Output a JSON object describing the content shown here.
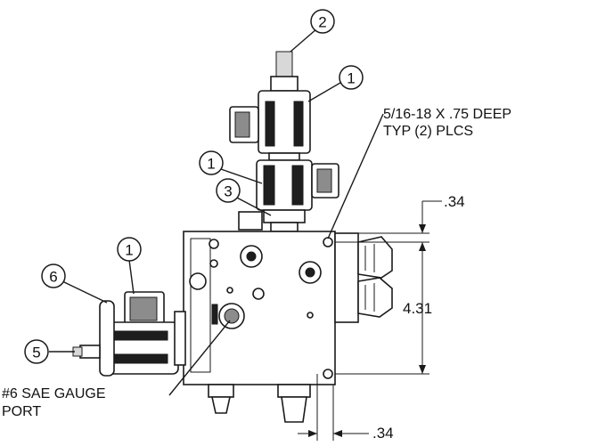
{
  "callouts": {
    "c2": "2",
    "c1_top": "1",
    "c1_mid": "1",
    "c3": "3",
    "c1_left": "1",
    "c6": "6",
    "c5": "5"
  },
  "notes": {
    "thread_line1": "5/16-18 X .75 DEEP",
    "thread_line2": "TYP (2) PLCS",
    "gauge_line1": "#6 SAE GAUGE",
    "gauge_line2": "PORT"
  },
  "dimensions": {
    "top_offset": ".34",
    "height": "4.31",
    "bottom_offset": ".34"
  }
}
